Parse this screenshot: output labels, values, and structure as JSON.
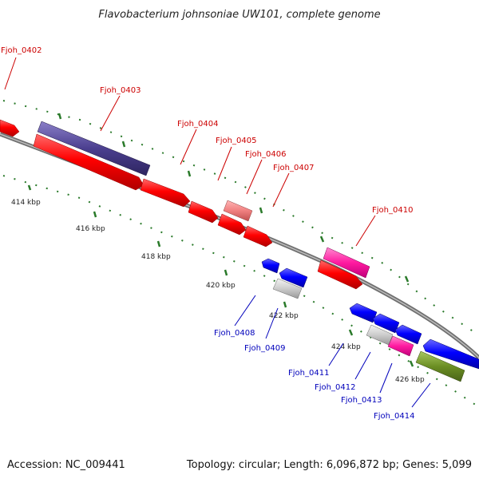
{
  "title": "Flavobacterium johnsoniae UW101, complete genome",
  "footer": {
    "accession": "Accession: NC_009441",
    "stats": "Topology: circular; Length: 6,096,872 bp; Genes: 5,099"
  },
  "scale_labels": [
    "414 kbp",
    "416 kbp",
    "418 kbp",
    "420 kbp",
    "422 kbp",
    "424 kbp",
    "426 kbp"
  ],
  "genes": [
    {
      "label": "Fjoh_0402",
      "strand": "forward",
      "color": "#ff0000"
    },
    {
      "label": "Fjoh_0403",
      "strand": "forward",
      "color": "#ff0000"
    },
    {
      "label": "Fjoh_0404",
      "strand": "forward",
      "color": "#ff0000"
    },
    {
      "label": "Fjoh_0405",
      "strand": "forward",
      "color": "#ff0000"
    },
    {
      "label": "Fjoh_0406",
      "strand": "forward",
      "color": "#ff0000"
    },
    {
      "label": "Fjoh_0407",
      "strand": "forward",
      "color": "#ff0000"
    },
    {
      "label": "Fjoh_0408",
      "strand": "reverse",
      "color": "#0000ff"
    },
    {
      "label": "Fjoh_0409",
      "strand": "reverse",
      "color": "#0000ff"
    },
    {
      "label": "Fjoh_0410",
      "strand": "forward",
      "color": "#ff0000"
    },
    {
      "label": "Fjoh_0411",
      "strand": "reverse",
      "color": "#0000ff"
    },
    {
      "label": "Fjoh_0412",
      "strand": "reverse",
      "color": "#0000ff"
    },
    {
      "label": "Fjoh_0413",
      "strand": "reverse",
      "color": "#0000ff"
    },
    {
      "label": "Fjoh_0414",
      "strand": "reverse",
      "color": "#0000ff"
    }
  ],
  "feature_colors": {
    "cds_forward": "#ff0000",
    "cds_reverse": "#0000ff",
    "purple": "#4b3f8f",
    "pink_light": "#f08080",
    "magenta": "#ff1aa0",
    "grey": "#cccccc",
    "olive": "#6b8e23"
  }
}
